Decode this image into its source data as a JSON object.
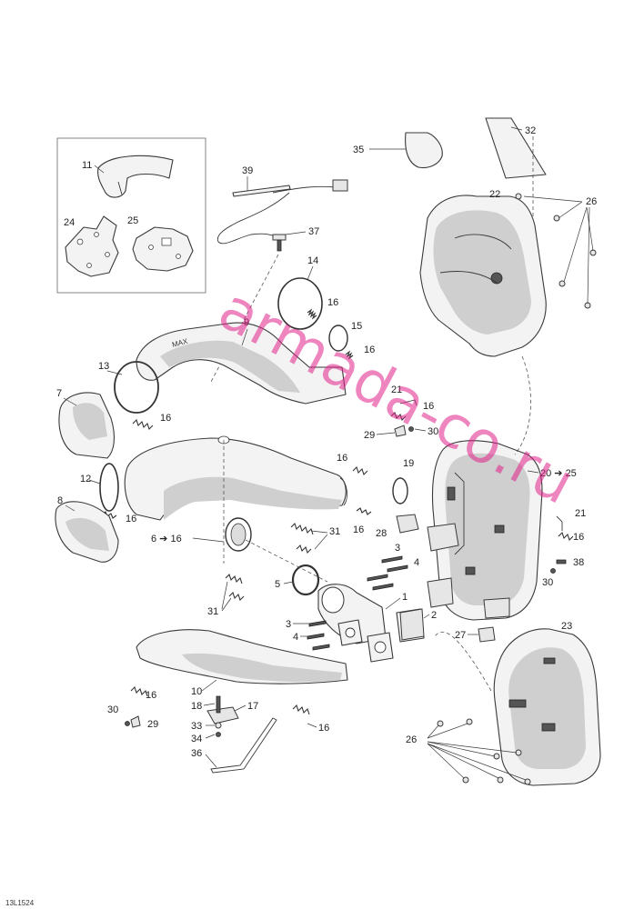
{
  "figure_code": "13L1524",
  "watermark": "armada-co.ru",
  "callouts": {
    "c11": "11",
    "c24": "24",
    "c25": "25",
    "c39": "39",
    "c37": "37",
    "c35": "35",
    "c32": "32",
    "c22": "22",
    "c26a": "26",
    "c14": "14",
    "c16a": "16",
    "c9": "9",
    "c15": "15",
    "c16b": "16",
    "c13": "13",
    "c7": "7",
    "c16c": "16",
    "c21a": "21",
    "c16d": "16",
    "c29a": "29",
    "c30a": "30",
    "c19": "19",
    "c16e": "16",
    "c20to25": "20 ➔ 25",
    "c12": "12",
    "c8": "8",
    "c16f": "16",
    "c6to16": "6 ➔ 16",
    "c31a": "31",
    "c16g": "16",
    "c28": "28",
    "c21b": "21",
    "c16h": "16",
    "c38": "38",
    "c30b": "30",
    "c3a": "3",
    "c4a": "4",
    "c5": "5",
    "c1": "1",
    "c2": "2",
    "c31b": "31",
    "c3b": "3",
    "c4b": "4",
    "c27": "27",
    "c23": "23",
    "c10": "10",
    "c16i": "16",
    "c18": "18",
    "c17": "17",
    "c30c": "30",
    "c29b": "29",
    "c33": "33",
    "c34": "34",
    "c16j": "16",
    "c36": "36",
    "c26b": "26"
  }
}
